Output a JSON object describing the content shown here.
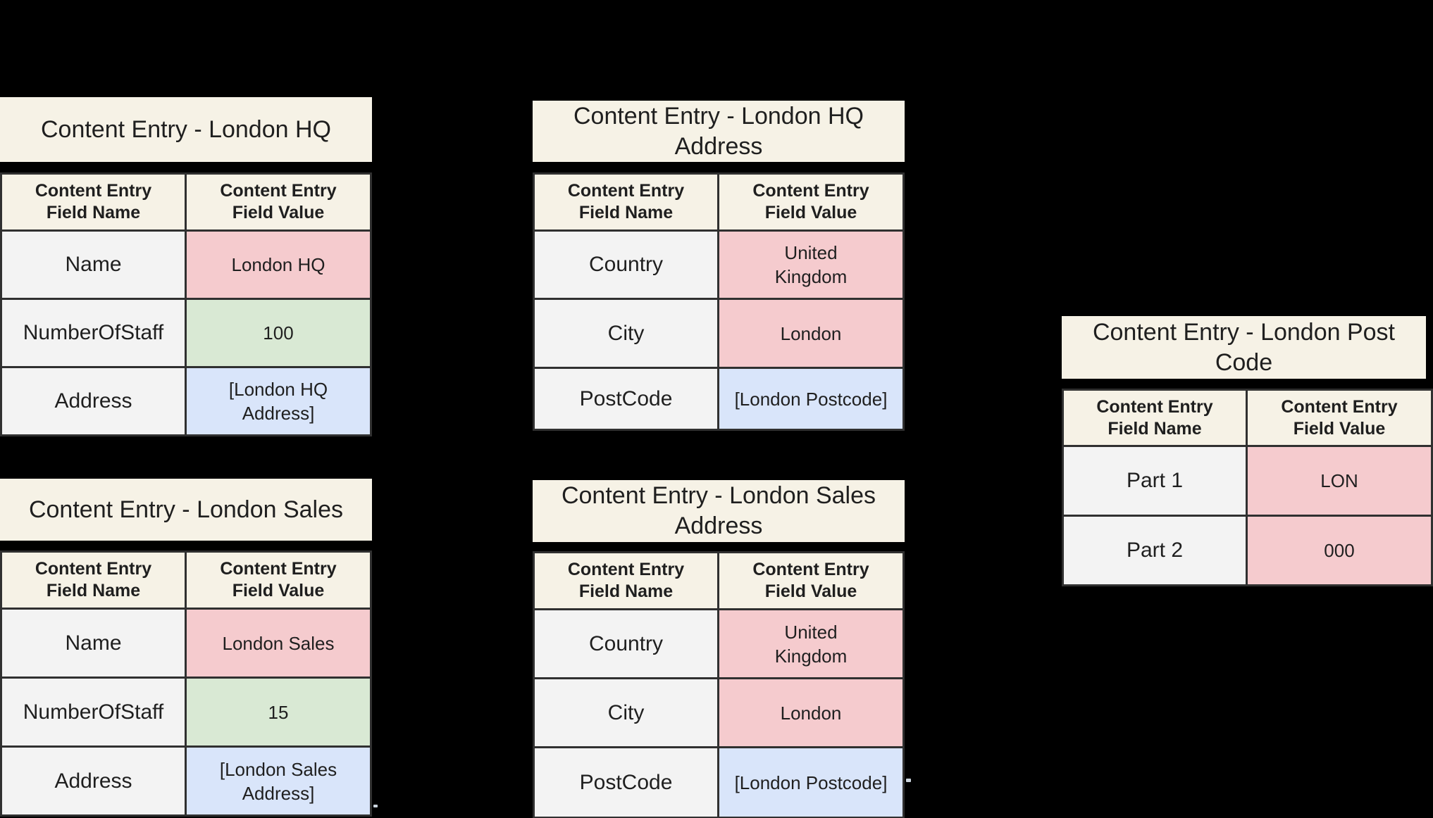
{
  "colors": {
    "background": "#000000",
    "panel": "#f6f2e6",
    "name_cell": "#f3f3f3",
    "pink": "#f5cbce",
    "green": "#d9e9d4",
    "blue": "#d9e5fa",
    "border": "#303030",
    "text": "#1f1f1f"
  },
  "column_headers": {
    "name": "Content Entry\nField Name",
    "value": "Content Entry\nField Value"
  },
  "tables": [
    {
      "title": "Content Entry - London HQ",
      "rows": [
        {
          "name": "Name",
          "value": "London HQ",
          "tone": "pink"
        },
        {
          "name": "NumberOfStaff",
          "value": "100",
          "tone": "green"
        },
        {
          "name": "Address",
          "value": "[London HQ\nAddress]",
          "tone": "blue"
        }
      ]
    },
    {
      "title": "Content Entry - London HQ\nAddress",
      "rows": [
        {
          "name": "Country",
          "value": "United\nKingdom",
          "tone": "pink"
        },
        {
          "name": "City",
          "value": "London",
          "tone": "pink"
        },
        {
          "name": "PostCode",
          "value": "[London Postcode]",
          "tone": "blue"
        }
      ]
    },
    {
      "title": "Content Entry - London Post\nCode",
      "rows": [
        {
          "name": "Part 1",
          "value": "LON",
          "tone": "pink"
        },
        {
          "name": "Part 2",
          "value": "000",
          "tone": "pink"
        }
      ]
    },
    {
      "title": "Content Entry - London Sales",
      "rows": [
        {
          "name": "Name",
          "value": "London Sales",
          "tone": "pink"
        },
        {
          "name": "NumberOfStaff",
          "value": "15",
          "tone": "green"
        },
        {
          "name": "Address",
          "value": "[London Sales\nAddress]",
          "tone": "blue"
        }
      ]
    },
    {
      "title": "Content Entry - London Sales\nAddress",
      "rows": [
        {
          "name": "Country",
          "value": "United\nKingdom",
          "tone": "pink"
        },
        {
          "name": "City",
          "value": "London",
          "tone": "pink"
        },
        {
          "name": "PostCode",
          "value": "[London Postcode]",
          "tone": "blue"
        }
      ]
    }
  ]
}
